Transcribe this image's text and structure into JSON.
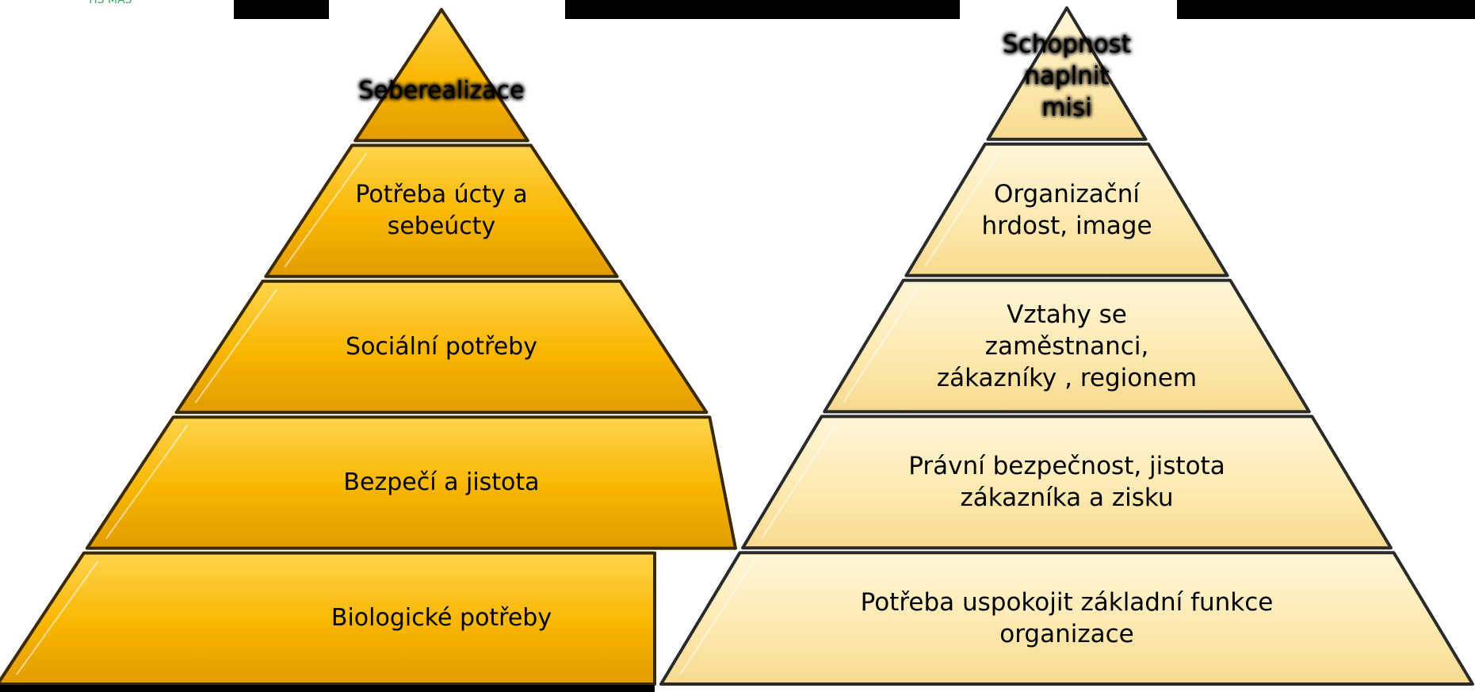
{
  "left_pyramid": {
    "levels": [
      {
        "label": "Seberealizace"
      },
      {
        "label": "Potřeba úcty a\nsebeúcty"
      },
      {
        "label": "Sociální potřeby"
      },
      {
        "label": "Bezpečí a jistota"
      },
      {
        "label": "Biologické potřeby"
      }
    ],
    "colors": {
      "light": "#FFD24A",
      "mid": "#F7B800",
      "dark": "#D08F00"
    }
  },
  "right_pyramid": {
    "levels": [
      {
        "label": "Schopnost\nnaplnit\nmisi"
      },
      {
        "label": "Organizační\nhrdost, image"
      },
      {
        "label": "Vztahy se\nzaměstnanci,\nzákazníky , regionem"
      },
      {
        "label": "Právní bezpečnost, jistota\nzákazníka a zisku"
      },
      {
        "label": "Potřeba uspokojit základní funkce\norganizace"
      }
    ],
    "colors": {
      "light": "#FFF3CC",
      "mid": "#FCE6A6",
      "dark": "#F2D488"
    }
  },
  "logo_text": "TIS MAS"
}
